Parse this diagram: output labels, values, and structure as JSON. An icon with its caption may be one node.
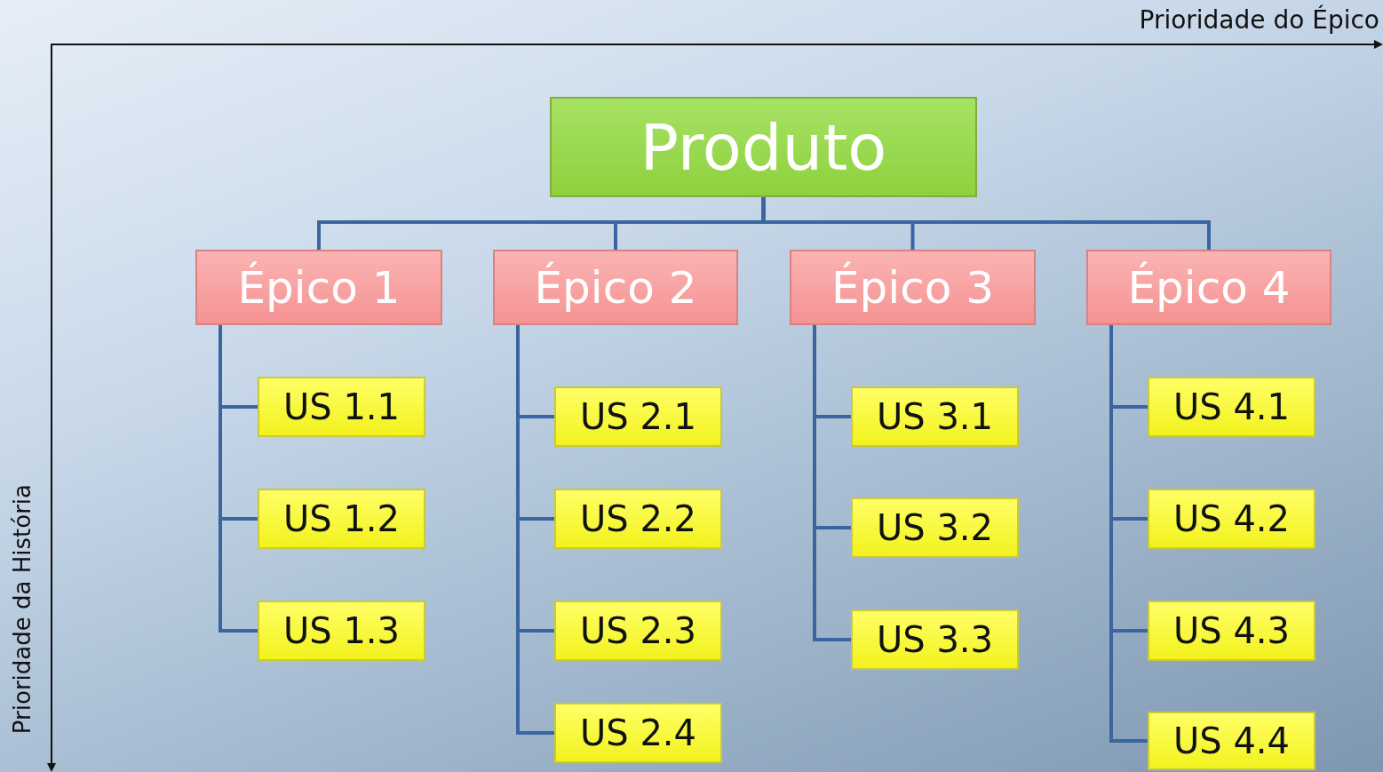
{
  "diagram": {
    "nodes": [
      {
        "text": [
          "Produto"
        ]
      },
      {
        "text": [
          "Épico 1"
        ]
      },
      {
        "text": [
          "Épico 2"
        ]
      },
      {
        "text": [
          "Épico 3"
        ]
      },
      {
        "text": [
          "Épico 4"
        ]
      },
      {
        "text": [
          "US 1.1"
        ]
      },
      {
        "text": [
          "US 1.2"
        ]
      },
      {
        "text": [
          "US 1.3"
        ]
      },
      {
        "text": [
          "US 2.1"
        ]
      },
      {
        "text": [
          "US 2.2"
        ]
      },
      {
        "text": [
          "US 2.3"
        ]
      },
      {
        "text": [
          "US 2.4"
        ]
      },
      {
        "text": [
          "US 3.1"
        ]
      },
      {
        "text": [
          "US 3.2"
        ]
      },
      {
        "text": [
          "US 3.3"
        ]
      },
      {
        "text": [
          "US 4.1"
        ]
      },
      {
        "text": [
          "US 4.2"
        ]
      },
      {
        "text": [
          "US 4.3"
        ]
      },
      {
        "text": [
          "US 4.4"
        ]
      }
    ],
    "edges": [
      {
        "from": 0,
        "to": 1,
        "arrow": "none"
      },
      {
        "from": 0,
        "to": 2,
        "arrow": "none"
      },
      {
        "from": 0,
        "to": 3,
        "arrow": "none"
      },
      {
        "from": 0,
        "to": 4,
        "arrow": "none"
      },
      {
        "from": 1,
        "to": 5,
        "arrow": "none"
      },
      {
        "from": 1,
        "to": 6,
        "arrow": "none"
      },
      {
        "from": 1,
        "to": 7,
        "arrow": "none"
      },
      {
        "from": 2,
        "to": 8,
        "arrow": "none"
      },
      {
        "from": 2,
        "to": 9,
        "arrow": "none"
      },
      {
        "from": 2,
        "to": 10,
        "arrow": "none"
      },
      {
        "from": 2,
        "to": 11,
        "arrow": "none"
      },
      {
        "from": 3,
        "to": 12,
        "arrow": "none"
      },
      {
        "from": 3,
        "to": 13,
        "arrow": "none"
      },
      {
        "from": 3,
        "to": 14,
        "arrow": "none"
      },
      {
        "from": 4,
        "to": 15,
        "arrow": "none"
      },
      {
        "from": 4,
        "to": 16,
        "arrow": "none"
      },
      {
        "from": 4,
        "to": 17,
        "arrow": "none"
      },
      {
        "from": 4,
        "to": 18,
        "arrow": "none"
      }
    ],
    "labels": [
      "Prioridade do Épico",
      "Prioridade da História"
    ]
  }
}
